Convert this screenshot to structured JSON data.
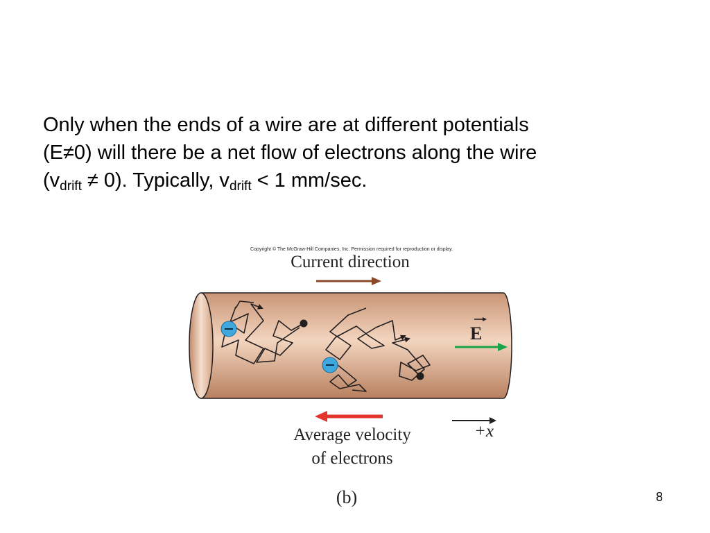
{
  "text": {
    "line1": "Only when the ends of a wire are at different potentials",
    "line2": "(E≠0) will there be a net flow of electrons along the wire",
    "line3_a": "(v",
    "line3_sub1": "drift",
    "line3_b": " ≠ 0).  Typically, v",
    "line3_sub2": "drift",
    "line3_c": " < 1 mm/sec."
  },
  "figure": {
    "copyright": "Copyright © The McGraw-Hill Companies, Inc. Permission required for reproduction or display.",
    "current_direction": "Current direction",
    "avg_velocity_line1": "Average velocity",
    "avg_velocity_line2": "of electrons",
    "field_label": "E",
    "x_axis_label": "+x",
    "panel_label": "(b)",
    "electron_symbol": "−",
    "colors": {
      "wire_light": "#f3d5bf",
      "wire_dark": "#c99576",
      "current_arrow": "#8a4a2a",
      "velocity_arrow": "#e4342e",
      "field_arrow": "#1aa34a",
      "electron": "#3ea8df",
      "path": "#231f20"
    }
  },
  "page_number": "8"
}
